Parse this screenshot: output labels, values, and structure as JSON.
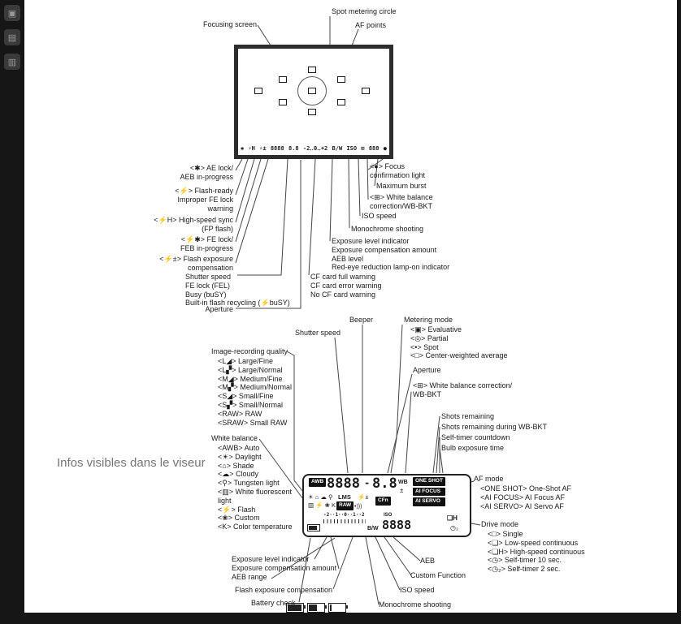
{
  "chrome": {
    "bar_color": "#161616",
    "sidebar_icons": [
      "▣",
      "▤",
      "▥"
    ]
  },
  "caption": "Infos visibles dans le viseur",
  "viewfinder": {
    "focusing_screen": "Focusing screen",
    "spot_metering_circle": "Spot metering circle",
    "af_points": "AF points",
    "ae_lock": "<✱> AE lock/\nAEB in-progress",
    "flash_ready": "<⚡> Flash-ready\nImproper FE lock\nwarning",
    "high_speed_sync": "<⚡H> High-speed sync\n(FP flash)",
    "fe_lock": "<⚡✱> FE lock/\nFEB in-progress",
    "flash_exposure_comp": "<⚡±> Flash exposure\ncompensation",
    "shutter_group": "Shutter speed\nFE lock (FEL)\nBusy (buSY)\nBuilt-in flash recycling (⚡buSY)",
    "aperture": "Aperture",
    "focus_confirmation": "<●> Focus\nconfirmation light",
    "maximum_burst": "Maximum burst",
    "wb_correction": "<⊞> White balance\ncorrection/WB-BKT",
    "iso_speed": "ISO speed",
    "monochrome": "Monochrome shooting",
    "exposure_group": "Exposure level indicator\nExposure compensation amount\nAEB level\nRed-eye reduction lamp-on indicator",
    "cf_group": "CF card full warning\nCF card error warning\nNo CF card warning",
    "bar_segments": [
      "✱",
      "⚡H",
      "⚡±",
      "8888",
      "8.8",
      "-2‥0‥+2",
      "B/W",
      "ISO",
      "⊞",
      "888",
      "●"
    ]
  },
  "lcd": {
    "beeper": "Beeper",
    "metering_mode": "Metering mode",
    "metering_items": "<▣> Evaluative\n<◎> Partial\n<•> Spot\n<□> Center-weighted average",
    "shutter_speed": "Shutter speed",
    "image_quality": "Image-recording quality",
    "image_quality_items": "<L◢> Large/Fine\n<L▞> Large/Normal\n<M◢> Medium/Fine\n<M▞> Medium/Normal\n<S◢> Small/Fine\n<S▞> Small/Normal\n<RAW> RAW\n<SRAW> Small RAW",
    "aperture": "Aperture",
    "wb_correction": "<⊞> White balance correction/\nWB-BKT",
    "shots_remaining": "Shots remaining",
    "shots_wb_bkt": "Shots remaining during WB-BKT",
    "self_timer_countdown": "Self-timer countdown",
    "bulb_exposure": "Bulb exposure time",
    "white_balance": "White balance",
    "white_balance_items": "<AWB> Auto\n<☀> Daylight\n<⌂> Shade\n<☁> Cloudy\n<⚲> Tungsten light\n<▥> White fluorescent\nlight\n<⚡> Flash\n<❀> Custom\n<K> Color temperature",
    "af_mode": "AF mode",
    "af_mode_items": "<ONE SHOT> One-Shot AF\n<AI FOCUS> AI Focus AF\n<AI SERVO> AI Servo AF",
    "drive_mode": "Drive mode",
    "drive_mode_items": "<□> Single\n<❏> Low-speed continuous\n<❏H> High-speed continuous\n<◷> Self-timer 10 sec.\n<◷₂> Self-timer 2 sec.",
    "exposure_level": "Exposure level indicator\nExposure compensation amount\nAEB range",
    "flash_exposure_comp": "Flash exposure compensation",
    "battery_check": "Battery check",
    "aeb": "AEB",
    "custom_function": "Custom Function",
    "iso_speed": "ISO speed",
    "monochrome": "Monochrome shooting",
    "panel": {
      "awb": "AWB",
      "shutter_digits": "8888",
      "dash": "-",
      "aperture_digits": "8.8",
      "wb": "WB",
      "pm": "±",
      "af_badges": [
        "ONE SHOT",
        "AI FOCUS",
        "AI SERVO"
      ],
      "wb_icons_row1": "☀ ⌂ ☁ ⚲",
      "wb_icons_row2": "▥ ⚡ ❀ K",
      "quality": "LMS",
      "raw": "RAW",
      "flash_pm": "⚡±",
      "beeper_icon": "•)))",
      "cfn": "CFn",
      "scale": "-2··1··0··1··2",
      "bw": "B/W",
      "iso": "ISO",
      "counter_digits": "8888",
      "drive_icons": "❏H",
      "timer_icon": "◷₂"
    }
  }
}
